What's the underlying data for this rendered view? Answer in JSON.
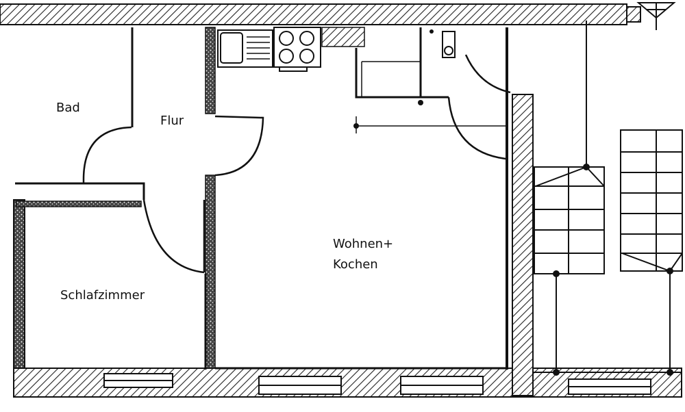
{
  "rooms": {
    "bad": "Bad",
    "flur": "Flur",
    "wohnen_line1": "Wohnen+",
    "wohnen_line2": "Kochen",
    "schlafzimmer": "Schlafzimmer"
  },
  "colors": {
    "line": "#111111",
    "hatch": "#222222",
    "background": "#ffffff"
  },
  "icons": {
    "north_arrow": "north-arrow-icon",
    "sink": "sink-icon",
    "stove": "stove-icon",
    "stairs": "staircase-icon"
  }
}
